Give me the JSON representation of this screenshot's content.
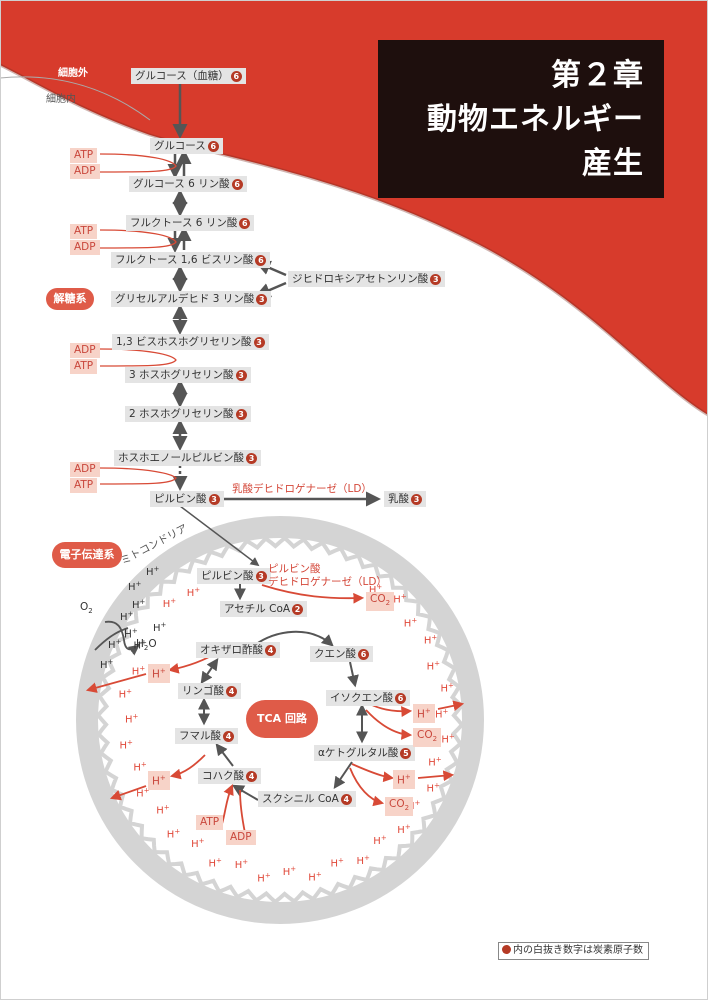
{
  "title": {
    "line1": "第２章",
    "line2": "動物エネルギー",
    "line3": "産生"
  },
  "labels": {
    "outside": "細胞外",
    "inside": "細胞内",
    "mito": "ミトコンドリア"
  },
  "pills": {
    "glycolysis": "解糖系",
    "etc": "電子伝達系",
    "tca": "TCA 回路"
  },
  "molecules": {
    "glucose_blood": "グルコース（血糖）",
    "glucose_blood_c": "6",
    "glucose": "グルコース",
    "glucose_c": "6",
    "g6p": "グルコース 6 リン酸",
    "g6p_c": "6",
    "f6p": "フルクトース 6 リン酸",
    "f6p_c": "6",
    "f16bp": "フルクトース 1,6 ビスリン酸",
    "f16bp_c": "6",
    "dhap": "ジヒドロキシアセトンリン酸",
    "dhap_c": "3",
    "gap": "グリセルアルデヒド 3 リン酸",
    "gap_c": "3",
    "bpg": "1,3 ビスホスホグリセリン酸",
    "bpg_c": "3",
    "pg3": "3 ホスホグリセリン酸",
    "pg3_c": "3",
    "pg2": "2 ホスホグリセリン酸",
    "pg2_c": "3",
    "pep": "ホスホエノールピルビン酸",
    "pep_c": "3",
    "pyruvate": "ピルビン酸",
    "pyruvate_c": "3",
    "lactate": "乳酸",
    "lactate_c": "3",
    "pyruvate_mito": "ピルビン酸",
    "pyruvate_mito_c": "3",
    "acetylcoa": "アセチル CoA",
    "acetylcoa_c": "2",
    "citrate": "クエン酸",
    "citrate_c": "6",
    "isocitrate": "イソクエン酸",
    "isocitrate_c": "6",
    "akg": "αケトグルタル酸",
    "akg_c": "5",
    "succoa": "スクシニル CoA",
    "succoa_c": "4",
    "succinate": "コハク酸",
    "succinate_c": "4",
    "fumarate": "フマル酸",
    "fumarate_c": "4",
    "malate": "リンゴ酸",
    "malate_c": "4",
    "oxaloacetate": "オキザロ酢酸",
    "oxaloacetate_c": "4"
  },
  "enzymes": {
    "ld": "乳酸デヒドロゲナーゼ（LD）",
    "pdh1": "ピルビン酸",
    "pdh2": "デヒドロゲナーゼ（LD）"
  },
  "cofactors": {
    "atp": "ATP",
    "adp": "ADP",
    "co2": "CO",
    "co2_sub": "2",
    "h": "H",
    "h_sup": "+",
    "o2": "O",
    "o2_sub": "2",
    "h2o_h": "H",
    "h2o_sub": "2",
    "h2o_o": "O"
  },
  "note": "内の白抜き数字は炭素原子数",
  "colors": {
    "accent": "#d73b2c",
    "title_bg": "#1e0f0d",
    "box": "#e4e4e4",
    "membrane": "#d4d4d4",
    "tag": "#f7d3c8",
    "arrow": "#555555",
    "red_arrow": "#d84a36"
  }
}
